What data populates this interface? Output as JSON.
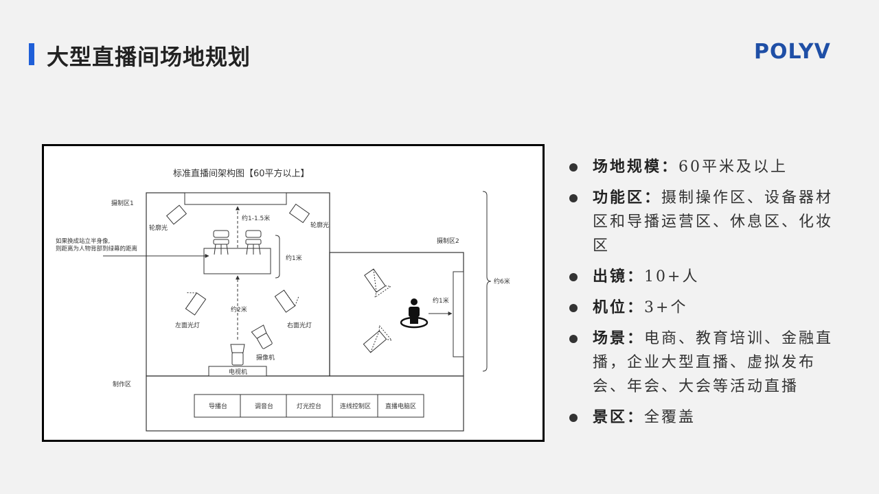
{
  "header": {
    "title": "大型直播间场地规划",
    "logo_text": "POLYV",
    "accent_color": "#1f5fd8"
  },
  "diagram": {
    "title": "标准直播间架构图【60平方以上】",
    "zone1_label": "摄制区1",
    "zone2_label": "摄制区2",
    "production_label": "制作区",
    "contour_light_left": "轮廓光",
    "contour_light_right": "轮廓光",
    "distance_top": "约1-1.5米",
    "distance_table": "约1米",
    "distance_camera": "约2米",
    "distance_zone2": "约1米",
    "distance_height": "约6米",
    "note_line1": "如果换成站立半身像,",
    "note_line2": "则距离为人物背部到绿幕的距离",
    "left_light": "左面光灯",
    "right_light": "右面光灯",
    "camera_label": "摄像机",
    "tv_label": "电视机",
    "consoles": [
      "导播台",
      "调音台",
      "灯光控台",
      "连线控制区",
      "直播电脑区"
    ]
  },
  "bullets": [
    {
      "key": "场地规模：",
      "value": "60平米及以上"
    },
    {
      "key": "功能区：",
      "value": "摄制操作区、设备器材区和导播运营区、休息区、化妆区"
    },
    {
      "key": "出镜：",
      "value": "10+人"
    },
    {
      "key": "机位：",
      "value": "3+个"
    },
    {
      "key": "场景：",
      "value": "电商、教育培训、金融直播，企业大型直播、虚拟发布会、年会、大会等活动直播"
    },
    {
      "key": "景区：",
      "value": "全覆盖"
    }
  ]
}
